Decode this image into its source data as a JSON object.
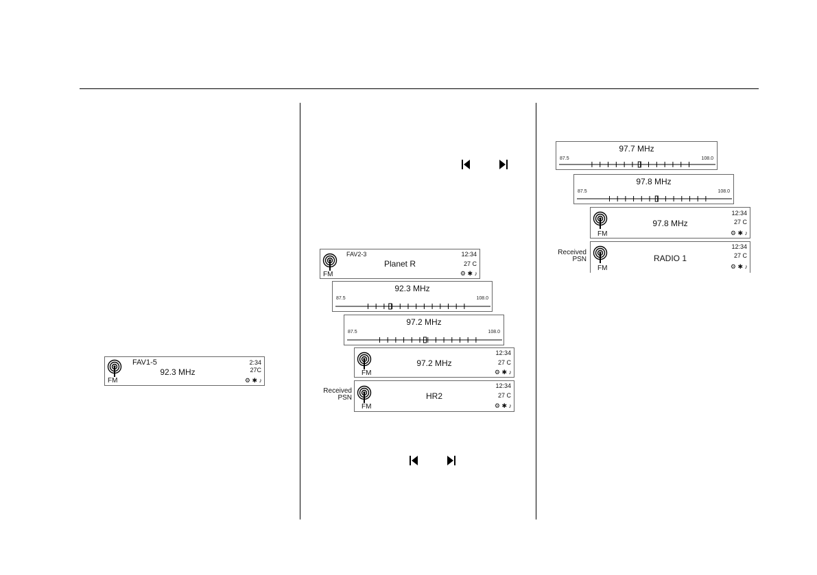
{
  "layout_note_free": true,
  "displays": {
    "d1": {
      "preset": "FAV1-5",
      "frequency": "92.3 MHz",
      "clock": "2:34",
      "temp": "27C",
      "band": "FM",
      "status": "⚙ ✱ ♪"
    },
    "d2": {
      "preset": "FAV2-3",
      "station": "Planet R",
      "clock": "12:34",
      "temp": "27 C",
      "band": "FM",
      "status": "⚙ ✱ ♪"
    },
    "t3": {
      "frequency": "92.3 MHz",
      "range_low": "87.5",
      "range_high": "108.0"
    },
    "t4": {
      "frequency": "97.2 MHz",
      "range_low": "87.5",
      "range_high": "108.0"
    },
    "d5": {
      "frequency": "97.2 MHz",
      "clock": "12:34",
      "temp": "27 C",
      "band": "FM",
      "status": "⚙ ✱ ♪"
    },
    "d6": {
      "station": "HR2",
      "clock": "12:34",
      "temp": "27 C",
      "band": "FM",
      "status": "⚙ ✱ ♪",
      "side_label_1": "Received",
      "side_label_2": "PSN"
    },
    "t7": {
      "frequency": "97.7 MHz",
      "range_low": "87.5",
      "range_high": "108.0"
    },
    "t8": {
      "frequency": "97.8 MHz",
      "range_low": "87.5",
      "range_high": "108.0"
    },
    "d9": {
      "frequency": "97.8 MHz",
      "clock": "12:34",
      "temp": "27 C",
      "band": "FM",
      "status": "⚙ ✱ ♪"
    },
    "d10": {
      "station": "RADIO 1",
      "clock": "12:34",
      "temp": "27 C",
      "band": "FM",
      "status": "⚙ ✱ ♪",
      "side_label_1": "Received",
      "side_label_2": "PSN"
    }
  },
  "icons": {
    "antenna": "antenna-icon",
    "prev": "seek-previous-icon",
    "next": "seek-next-icon"
  }
}
